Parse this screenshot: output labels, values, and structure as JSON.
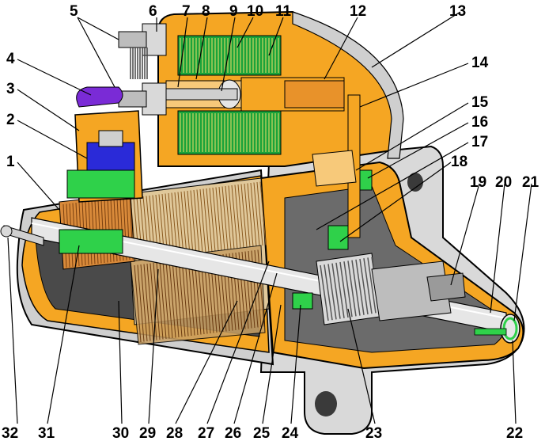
{
  "diagram": {
    "labels": [
      "1",
      "2",
      "3",
      "4",
      "5",
      "6",
      "7",
      "8",
      "9",
      "10",
      "11",
      "12",
      "13",
      "14",
      "15",
      "16",
      "17",
      "18",
      "19",
      "20",
      "21",
      "22",
      "23",
      "24",
      "25",
      "26",
      "27",
      "28",
      "29",
      "30",
      "31",
      "32"
    ]
  },
  "colors": {
    "outline": "#000000",
    "body_orange": "#f5a623",
    "light_orange": "#f7c97a",
    "gray": "#cfcfcf",
    "dark_gray": "#5a5a5a",
    "green": "#2fd14a",
    "blue": "#2a2ad8",
    "purple": "#7a2bd6",
    "copper": "#d98a3a"
  }
}
